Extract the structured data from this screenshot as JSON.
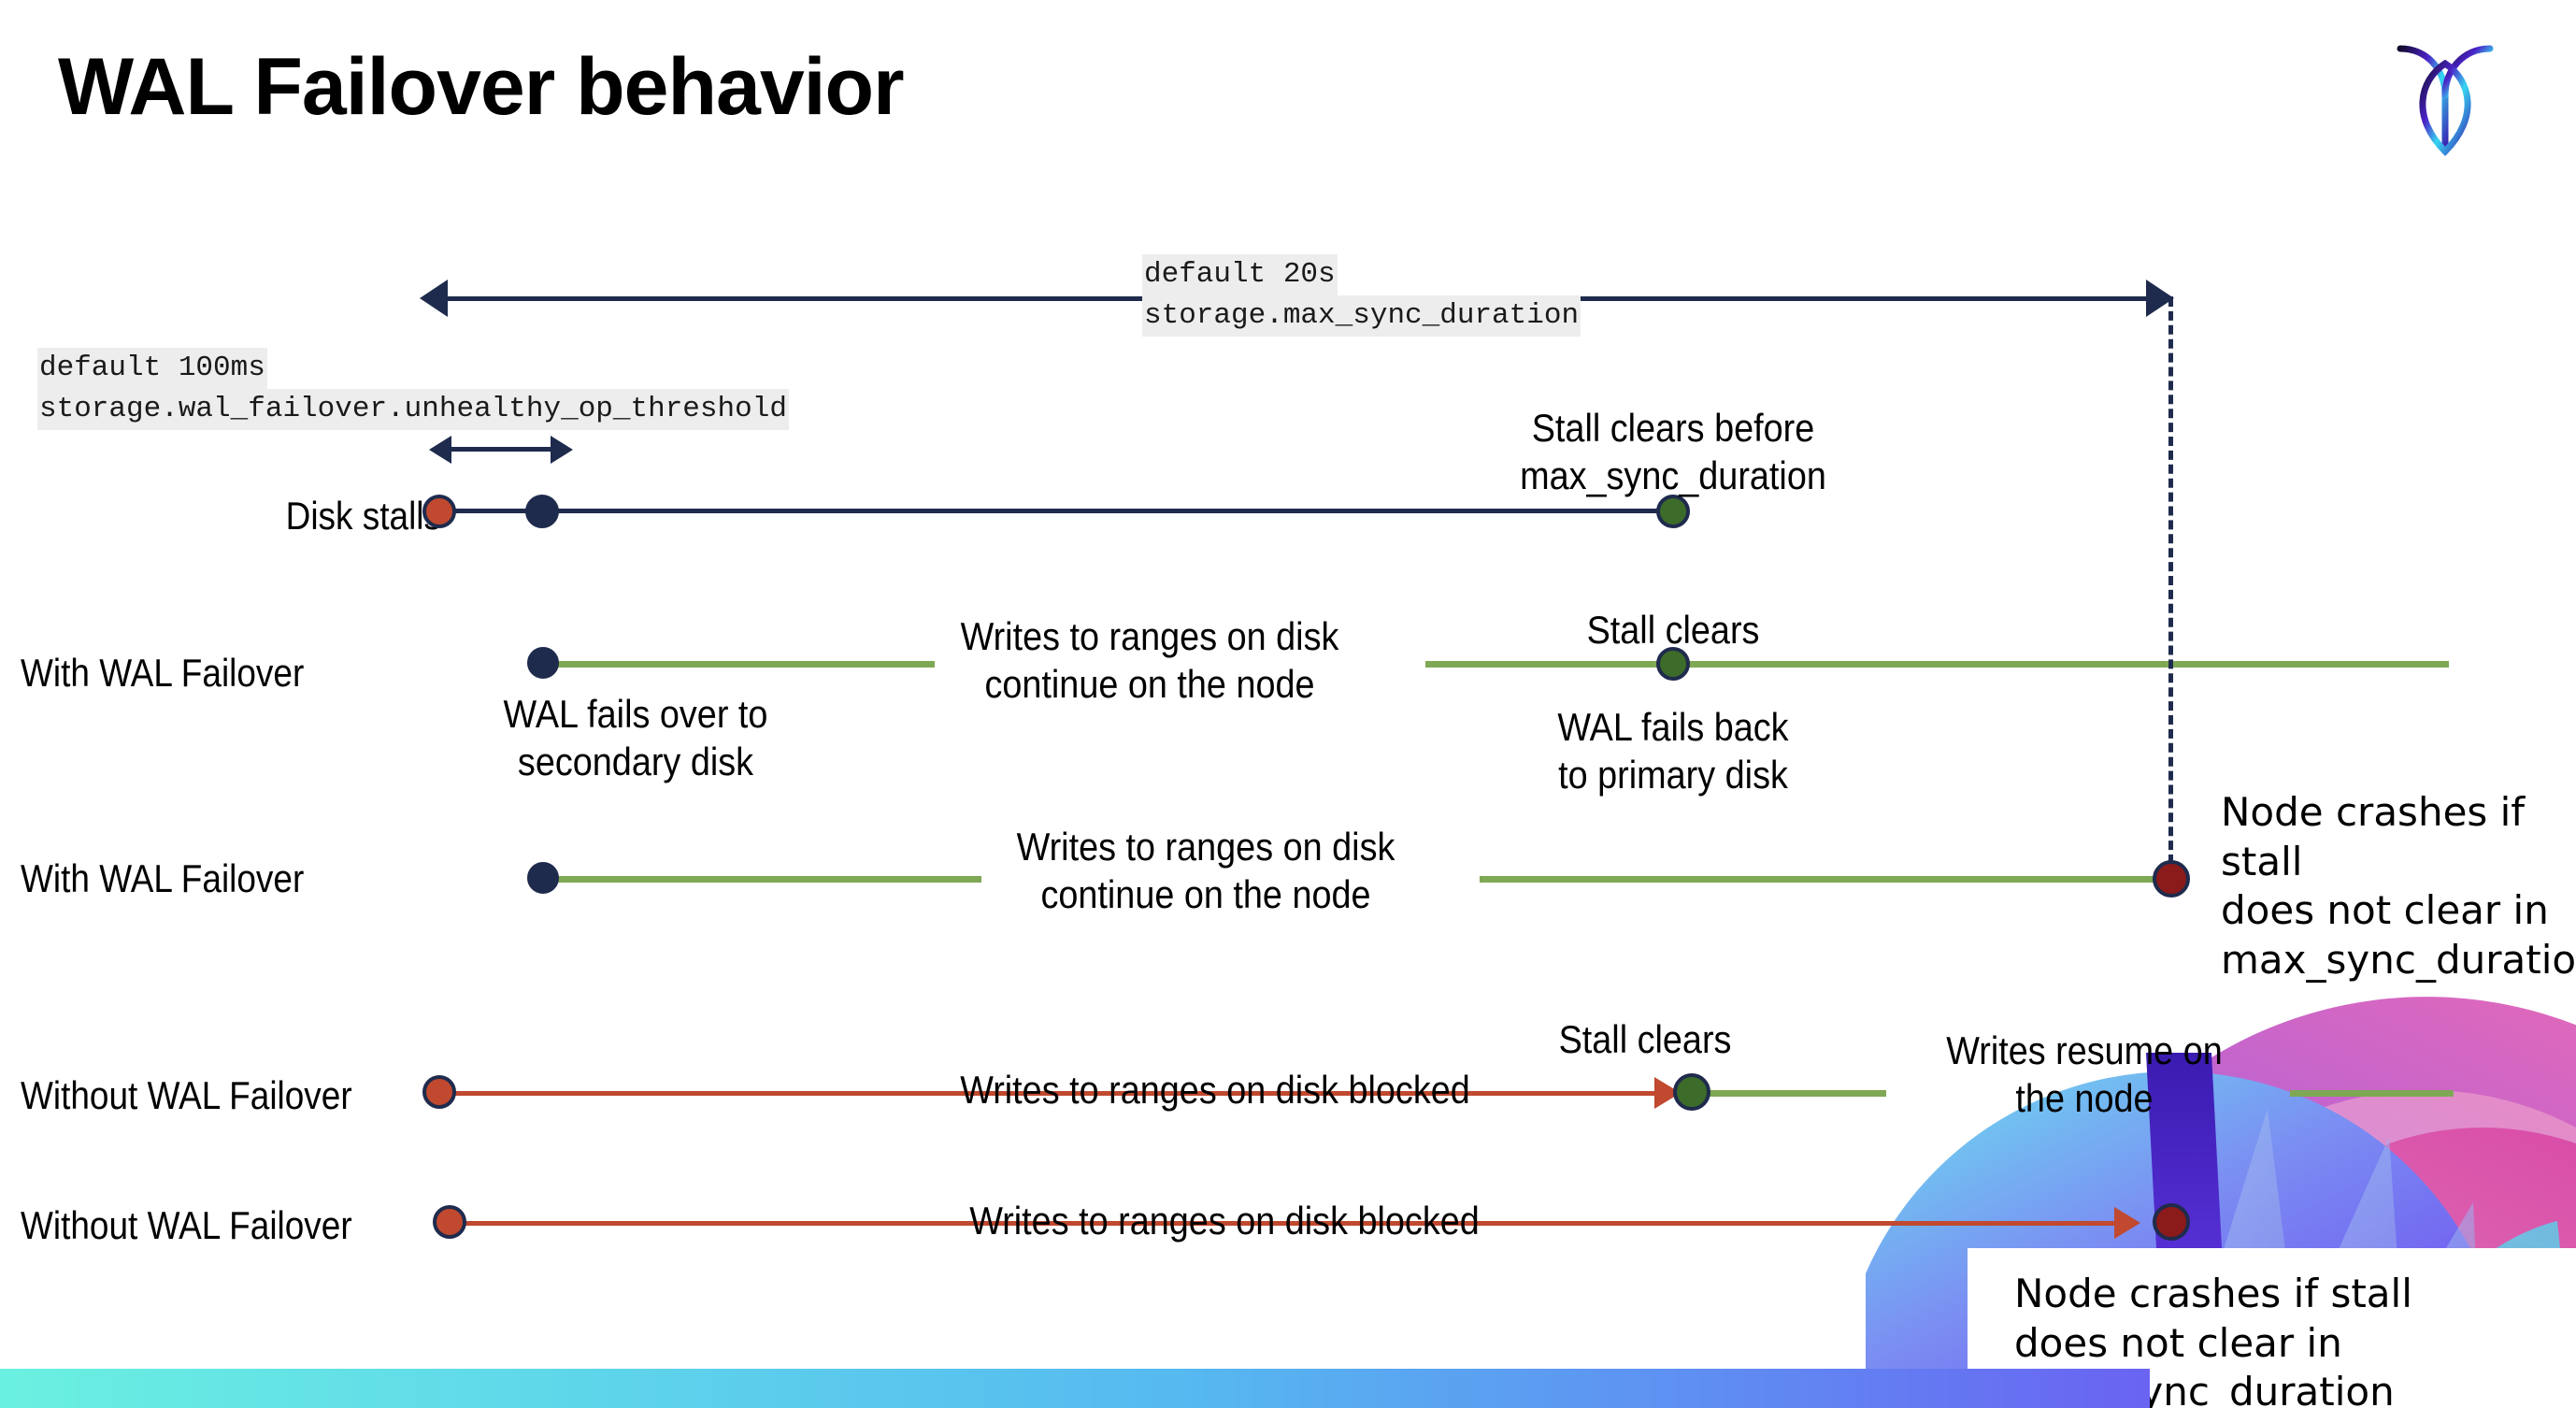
{
  "slide": {
    "title": "WAL Failover behavior",
    "logo_name": "cockroachdb-logo"
  },
  "settings": [
    {
      "id": "max-sync-duration",
      "default_label": "default 20s",
      "setting_name": "storage.max_sync_duration"
    },
    {
      "id": "unhealthy-op-threshold",
      "default_label": "default 100ms",
      "setting_name": "storage.wal_failover.unhealthy_op_threshold"
    }
  ],
  "rows": [
    {
      "id": "disk-stalls",
      "label": "Disk stalls",
      "annotations": [
        "Stall clears before",
        "max_sync_duration"
      ]
    },
    {
      "id": "with-wal-failover-1",
      "label": "With WAL Failover",
      "ann_failover": [
        "WAL fails over to",
        "secondary disk"
      ],
      "ann_writes": [
        "Writes to ranges on disk",
        "continue on the node"
      ],
      "ann_stall_clears": "Stall clears",
      "ann_failback": [
        "WAL fails  back",
        "to primary disk"
      ]
    },
    {
      "id": "with-wal-failover-2",
      "label": "With WAL Failover",
      "ann_writes": [
        "Writes to ranges on disk",
        "continue on the node"
      ],
      "ann_crash": [
        "Node crashes if stall",
        "does not clear in",
        "max_sync_duration"
      ]
    },
    {
      "id": "without-wal-failover-1",
      "label": "Without WAL Failover",
      "ann_blocked": "Writes to ranges on disk  blocked",
      "ann_stall_clears": "Stall clears",
      "ann_resume": [
        "Writes resume on",
        "the node"
      ]
    },
    {
      "id": "without-wal-failover-2",
      "label": "Without WAL Failover",
      "ann_blocked": "Writes to ranges on disk  blocked",
      "ann_crash": [
        "Node crashes if stall",
        "does not clear in",
        "max_sync_duration"
      ]
    }
  ],
  "colors": {
    "navy": "#1f2b4d",
    "orange": "#c0492f",
    "green_line": "#7fa855",
    "green_dot": "#3d6b29",
    "dark_red": "#8b1a1a",
    "code_bg": "#ededed"
  }
}
